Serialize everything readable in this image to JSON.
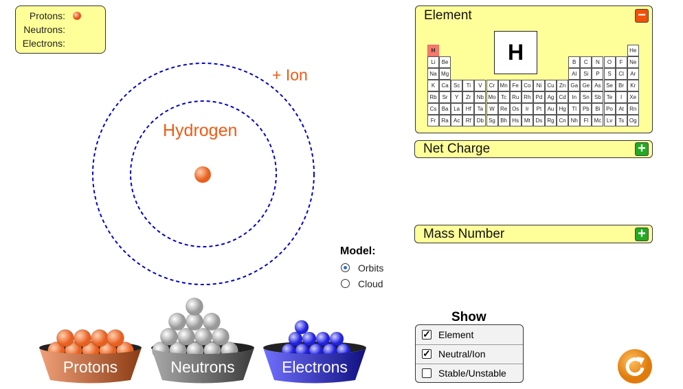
{
  "counts": {
    "protons_label": "Protons:",
    "neutrons_label": "Neutrons:",
    "electrons_label": "Electrons:",
    "protons": 1,
    "neutrons": 0,
    "electrons": 0
  },
  "atom": {
    "element_name": "Hydrogen",
    "ion_label": "+ Ion",
    "name_color": "#f05a14",
    "orbit_color": "#0000cc"
  },
  "model": {
    "title": "Model:",
    "options": [
      {
        "label": "Orbits",
        "selected": true
      },
      {
        "label": "Cloud",
        "selected": false
      }
    ]
  },
  "buckets": [
    {
      "label": "Protons",
      "color": "#d9703e"
    },
    {
      "label": "Neutrons",
      "color": "#7a7a7a"
    },
    {
      "label": "Electrons",
      "color": "#3c3cdc"
    }
  ],
  "element_panel": {
    "title": "Element",
    "collapse_icon": "minus-icon",
    "symbol": "H",
    "selected": "H",
    "rows": [
      [
        "H",
        null,
        null,
        null,
        null,
        null,
        null,
        null,
        null,
        null,
        null,
        null,
        null,
        null,
        null,
        null,
        null,
        "He"
      ],
      [
        "Li",
        "Be",
        null,
        null,
        null,
        null,
        null,
        null,
        null,
        null,
        null,
        null,
        "B",
        "C",
        "N",
        "O",
        "F",
        "Ne"
      ],
      [
        "Na",
        "Mg",
        null,
        null,
        null,
        null,
        null,
        null,
        null,
        null,
        null,
        null,
        "Al",
        "Si",
        "P",
        "S",
        "Cl",
        "Ar"
      ],
      [
        "K",
        "Ca",
        "Sc",
        "Ti",
        "V",
        "Cr",
        "Mn",
        "Fe",
        "Co",
        "Ni",
        "Cu",
        "Zn",
        "Ga",
        "Ge",
        "As",
        "Se",
        "Br",
        "Kr"
      ],
      [
        "Rb",
        "Sr",
        "Y",
        "Zr",
        "Nb",
        "Mo",
        "Tc",
        "Ru",
        "Rh",
        "Pd",
        "Ag",
        "Cd",
        "In",
        "Sn",
        "Sb",
        "Te",
        "I",
        "Xe"
      ],
      [
        "Cs",
        "Ba",
        "La",
        "Hf",
        "Ta",
        "W",
        "Re",
        "Os",
        "Ir",
        "Pt",
        "Au",
        "Hg",
        "Tl",
        "Pb",
        "Bi",
        "Po",
        "At",
        "Rn"
      ],
      [
        "Fr",
        "Ra",
        "Ac",
        "Rf",
        "Db",
        "Sg",
        "Bh",
        "Hs",
        "Mt",
        "Ds",
        "Rg",
        "Cn",
        "Nh",
        "Fl",
        "Mc",
        "Lv",
        "Ts",
        "Og"
      ]
    ]
  },
  "net_charge": {
    "title": "Net Charge",
    "expand_icon": "plus-icon"
  },
  "mass_number": {
    "title": "Mass Number",
    "expand_icon": "plus-icon"
  },
  "show": {
    "title": "Show",
    "items": [
      {
        "label": "Element",
        "checked": true
      },
      {
        "label": "Neutral/Ion",
        "checked": true
      },
      {
        "label": "Stable/Unstable",
        "checked": false
      }
    ]
  },
  "reset": {
    "icon": "reset-icon",
    "color": "#f2921e"
  }
}
